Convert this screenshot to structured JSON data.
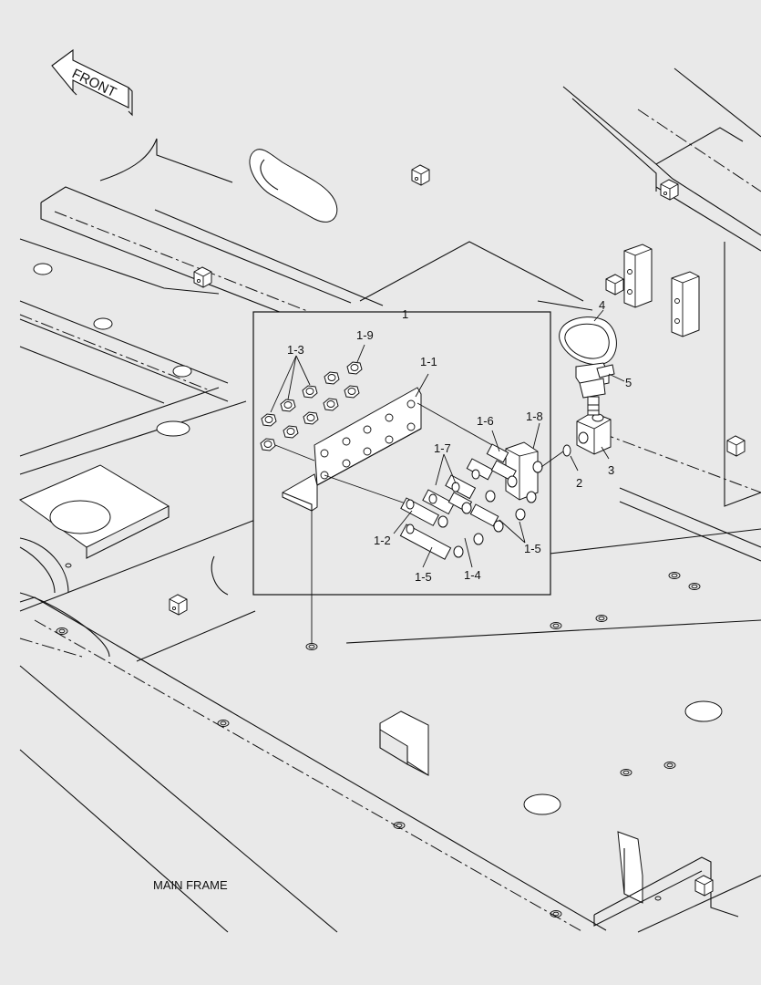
{
  "arrow": {
    "label": "FRONT",
    "icon": "front-arrow-icon"
  },
  "frame_label": "MAIN FRAME",
  "callouts": {
    "c1": "1",
    "c1_1": "1-1",
    "c1_2": "1-2",
    "c1_3": "1-3",
    "c1_4": "1-4",
    "c1_5a": "1-5",
    "c1_5b": "1-5",
    "c1_6": "1-6",
    "c1_7": "1-7",
    "c1_8": "1-8",
    "c1_9": "1-9",
    "c2": "2",
    "c3": "3",
    "c4": "4",
    "c5": "5"
  },
  "colors": {
    "background": "#e9e9e9",
    "line": "#111111",
    "part_fill": "#ffffff"
  }
}
